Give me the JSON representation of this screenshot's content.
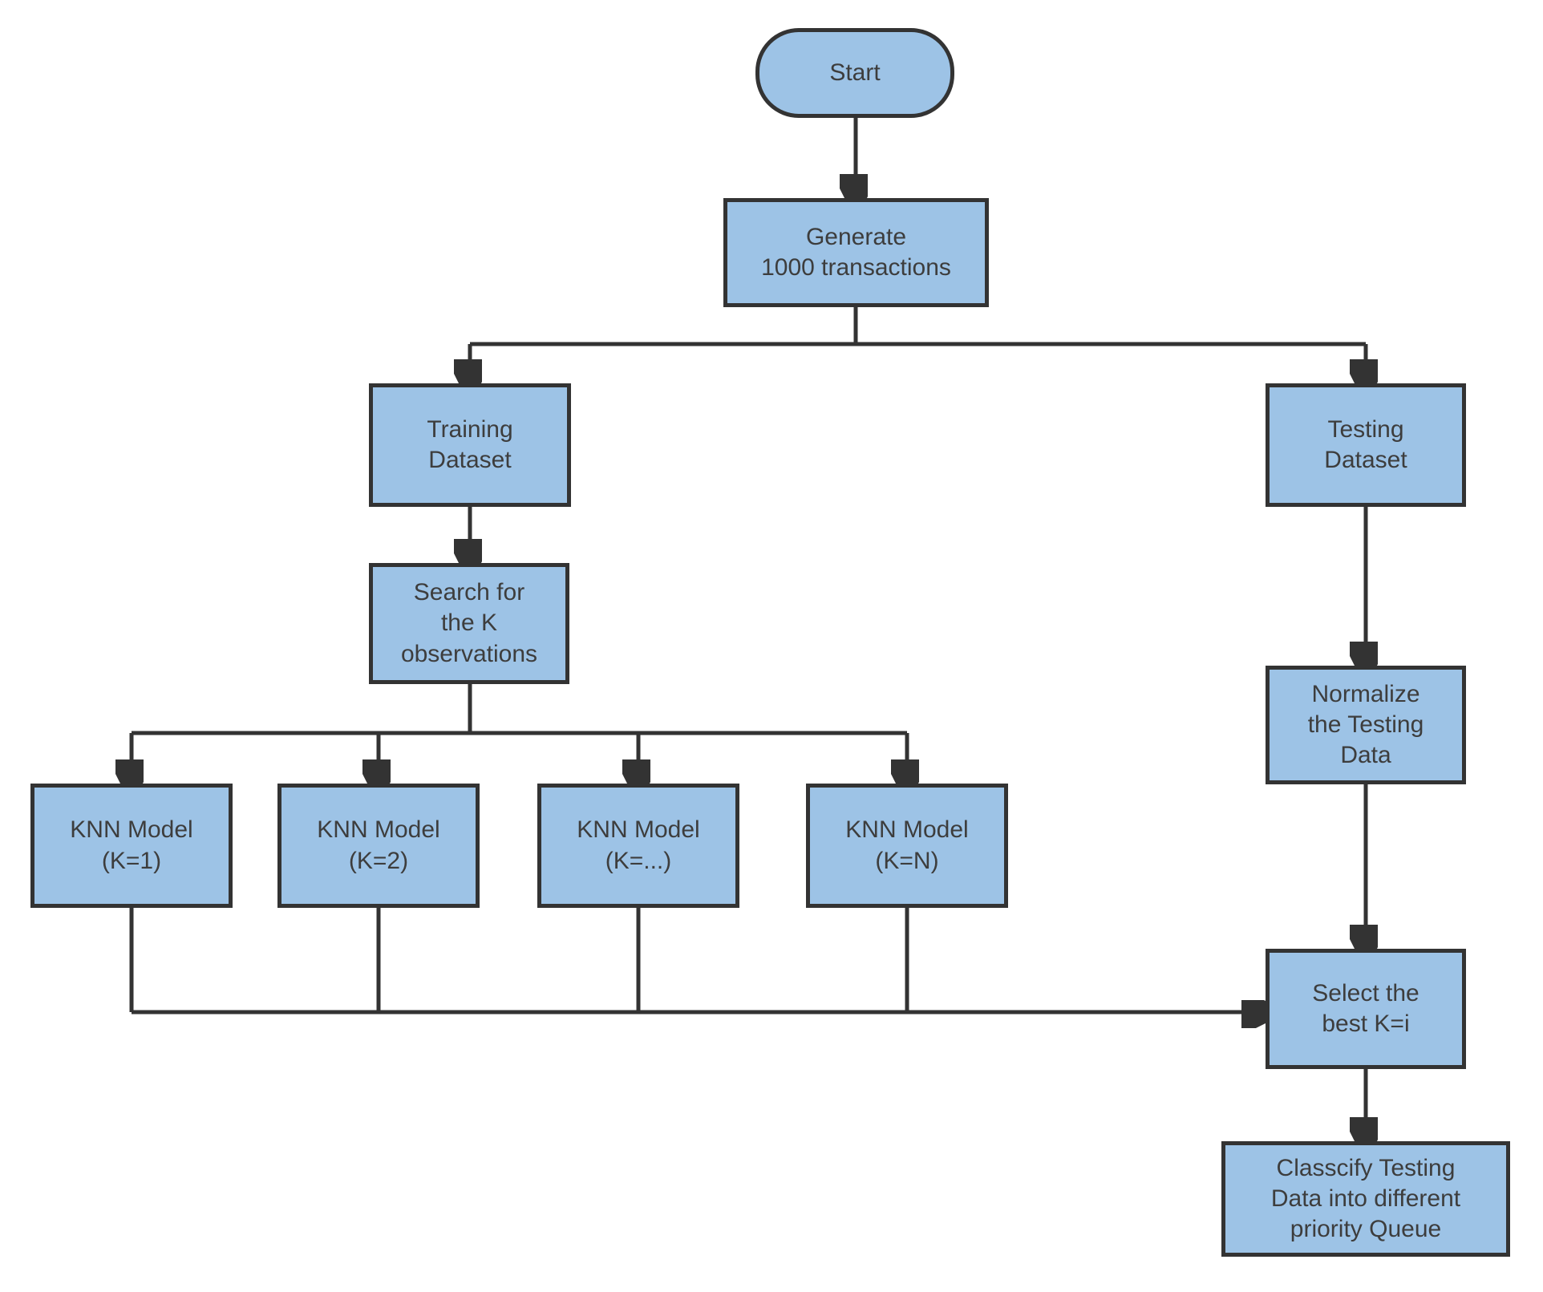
{
  "diagram": {
    "type": "flowchart",
    "nodes": {
      "start": {
        "label": "Start",
        "shape": "terminator"
      },
      "generate": {
        "label": "Generate\n1000 transactions",
        "shape": "process"
      },
      "training": {
        "label": "Training\nDataset",
        "shape": "process"
      },
      "testing": {
        "label": "Testing\nDataset",
        "shape": "process"
      },
      "search": {
        "label": "Search for\nthe K\nobservations",
        "shape": "process"
      },
      "knn1": {
        "label": "KNN Model\n(K=1)",
        "shape": "process"
      },
      "knn2": {
        "label": "KNN Model\n(K=2)",
        "shape": "process"
      },
      "knn3": {
        "label": "KNN Model\n(K=...)",
        "shape": "process"
      },
      "knn4": {
        "label": "KNN Model\n(K=N)",
        "shape": "process"
      },
      "normalize": {
        "label": "Normalize\nthe Testing\nData",
        "shape": "process"
      },
      "select": {
        "label": "Select the\nbest K=i",
        "shape": "process"
      },
      "classify": {
        "label": "Classcify Testing\nData into different\npriority Queue",
        "shape": "process"
      }
    },
    "edges": [
      {
        "from": "start",
        "to": "generate"
      },
      {
        "from": "generate",
        "to": "training"
      },
      {
        "from": "generate",
        "to": "testing"
      },
      {
        "from": "training",
        "to": "search"
      },
      {
        "from": "search",
        "to": "knn1"
      },
      {
        "from": "search",
        "to": "knn2"
      },
      {
        "from": "search",
        "to": "knn3"
      },
      {
        "from": "search",
        "to": "knn4"
      },
      {
        "from": "testing",
        "to": "normalize"
      },
      {
        "from": "normalize",
        "to": "select"
      },
      {
        "from": "knn1",
        "to": "select"
      },
      {
        "from": "knn2",
        "to": "select"
      },
      {
        "from": "knn3",
        "to": "select"
      },
      {
        "from": "knn4",
        "to": "select"
      },
      {
        "from": "select",
        "to": "classify"
      }
    ],
    "colors": {
      "node_fill": "#9DC3E6",
      "node_border": "#333333",
      "connector": "#333333",
      "text": "#3D3D3D",
      "background": "#FFFFFF"
    }
  }
}
